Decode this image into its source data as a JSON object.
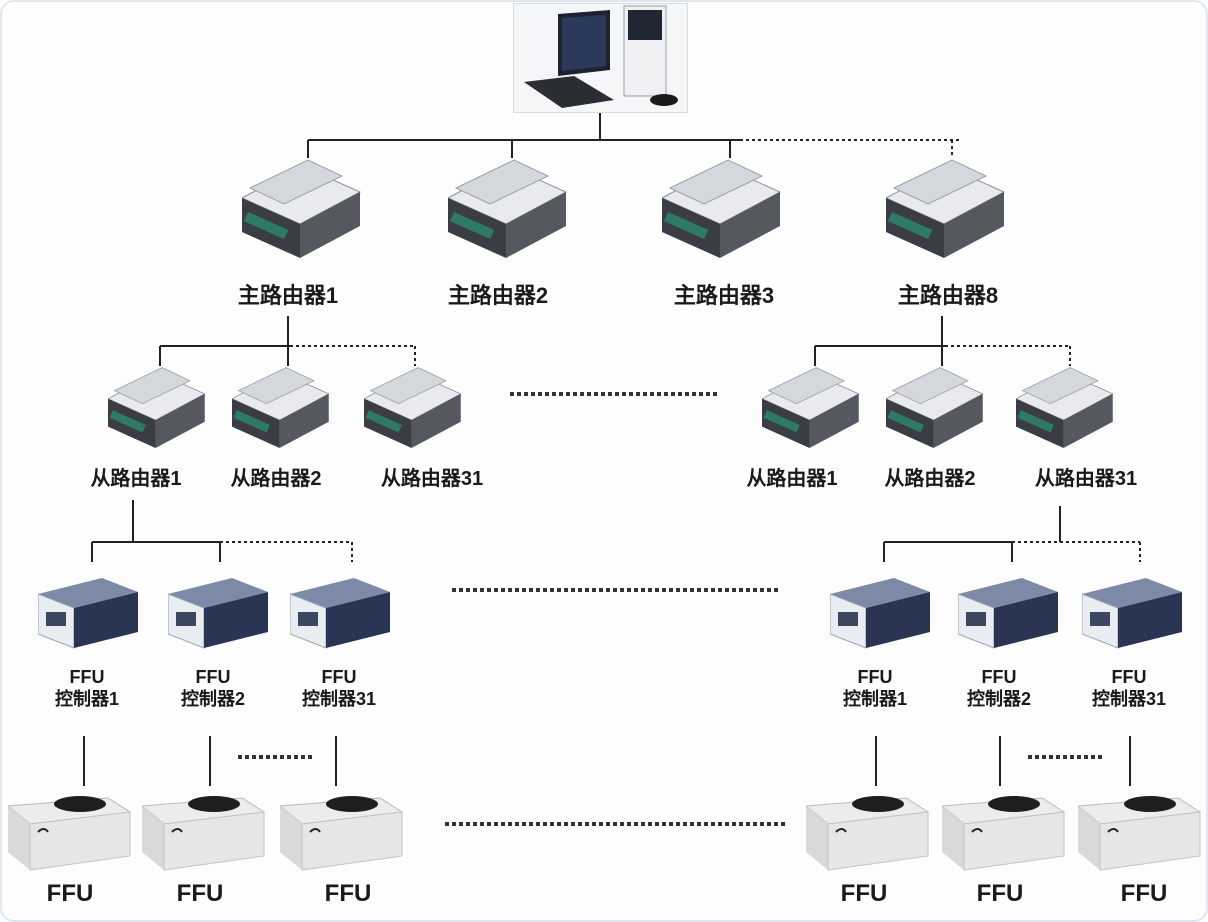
{
  "diagram": {
    "host": {
      "icon": "desktop-computer-icon"
    },
    "main_routers": [
      {
        "label": "主路由器1"
      },
      {
        "label": "主路由器2"
      },
      {
        "label": "主路由器3"
      },
      {
        "label": "主路由器8"
      }
    ],
    "left_branch": {
      "sub_routers": [
        {
          "label": "从路由器1"
        },
        {
          "label": "从路由器2"
        },
        {
          "label": "从路由器31"
        }
      ],
      "controllers": [
        {
          "line1": "FFU",
          "line2": "控制器1"
        },
        {
          "line1": "FFU",
          "line2": "控制器2"
        },
        {
          "line1": "FFU",
          "line2": "控制器31"
        }
      ],
      "ffus": [
        {
          "label": "FFU"
        },
        {
          "label": "FFU"
        },
        {
          "label": "FFU"
        }
      ]
    },
    "right_branch": {
      "sub_routers": [
        {
          "label": "从路由器1"
        },
        {
          "label": "从路由器2"
        },
        {
          "label": "从路由器31"
        }
      ],
      "controllers": [
        {
          "line1": "FFU",
          "line2": "控制器1"
        },
        {
          "line1": "FFU",
          "line2": "控制器2"
        },
        {
          "line1": "FFU",
          "line2": "控制器31"
        }
      ],
      "ffus": [
        {
          "label": "FFU"
        },
        {
          "label": "FFU"
        },
        {
          "label": "FFU"
        }
      ]
    },
    "icons": {
      "router": "router-device-icon",
      "controller": "ffu-controller-box-icon",
      "ffu": "ffu-unit-icon"
    }
  }
}
